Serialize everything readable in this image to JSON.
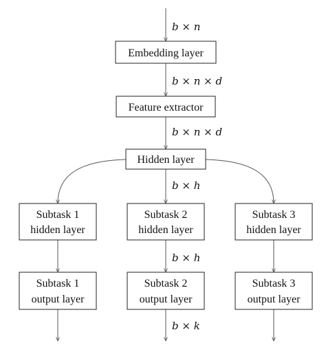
{
  "diagram": {
    "nodes": {
      "embedding": {
        "lines": [
          "Embedding layer"
        ]
      },
      "feature": {
        "lines": [
          "Feature extractor"
        ]
      },
      "hidden": {
        "lines": [
          "Hidden layer"
        ]
      },
      "sub1_hidden": {
        "lines": [
          "Subtask 1",
          "hidden layer"
        ]
      },
      "sub2_hidden": {
        "lines": [
          "Subtask 2",
          "hidden layer"
        ]
      },
      "sub3_hidden": {
        "lines": [
          "Subtask 3",
          "hidden layer"
        ]
      },
      "sub1_output": {
        "lines": [
          "Subtask 1",
          "output layer"
        ]
      },
      "sub2_output": {
        "lines": [
          "Subtask 2",
          "output layer"
        ]
      },
      "sub3_output": {
        "lines": [
          "Subtask 3",
          "output layer"
        ]
      }
    },
    "dimension_labels": {
      "input": "b × n",
      "after_embedding": "b × n × d",
      "after_feature": "b × n × d",
      "after_hidden": "b × h",
      "after_subtask_hidden": "b × h",
      "after_output": "b × k"
    }
  }
}
